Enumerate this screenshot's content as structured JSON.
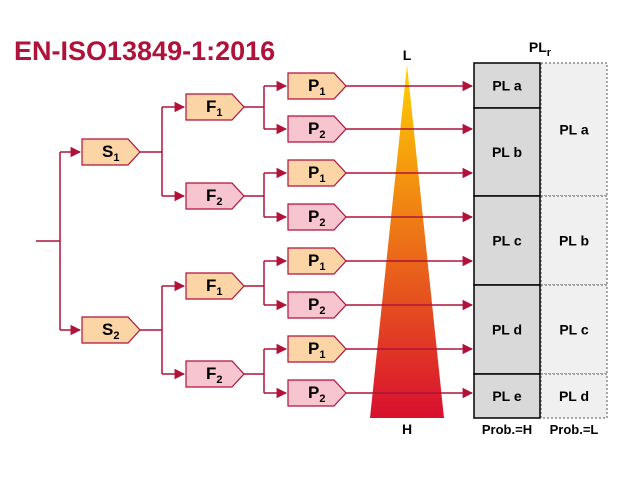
{
  "title": "EN-ISO13849-1:2016",
  "colors": {
    "line": "#b0123a",
    "s_fill": "#fbd5a5",
    "f_fill_1": "#fbd5a5",
    "f_fill_2": "#f7c5cf",
    "p_fill_1": "#fbd5a5",
    "p_fill_2": "#f7c5cf",
    "pl_col_fill": "#d9d9d9",
    "pl_col2_fill": "#f0f0f0",
    "gradient_top": "#ffd200",
    "gradient_bottom": "#d8102f"
  },
  "tree": {
    "s": [
      {
        "base": "S",
        "sub": "1"
      },
      {
        "base": "S",
        "sub": "2"
      }
    ],
    "f": [
      {
        "base": "F",
        "sub": "1"
      },
      {
        "base": "F",
        "sub": "2"
      },
      {
        "base": "F",
        "sub": "1"
      },
      {
        "base": "F",
        "sub": "2"
      }
    ],
    "p": [
      {
        "base": "P",
        "sub": "1"
      },
      {
        "base": "P",
        "sub": "2"
      },
      {
        "base": "P",
        "sub": "1"
      },
      {
        "base": "P",
        "sub": "2"
      },
      {
        "base": "P",
        "sub": "1"
      },
      {
        "base": "P",
        "sub": "2"
      },
      {
        "base": "P",
        "sub": "1"
      },
      {
        "base": "P",
        "sub": "2"
      }
    ]
  },
  "scale": {
    "top": "L",
    "bottom": "H"
  },
  "plr": {
    "base": "PL",
    "sub": "r"
  },
  "prob_h_column": [
    "PL a",
    "PL b",
    "PL c",
    "PL d",
    "PL e"
  ],
  "prob_l_column": [
    "PL a",
    "PL b",
    "PL c",
    "PL d"
  ],
  "footer": {
    "prob_h": "Prob.=H",
    "prob_l": "Prob.=L"
  }
}
